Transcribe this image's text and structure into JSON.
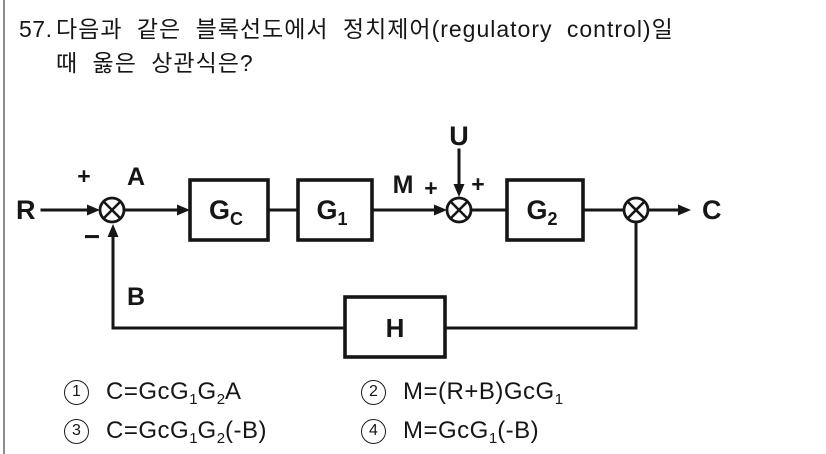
{
  "question": {
    "number": "57.",
    "line1": "다음과 같은 블록선도에서 정치제어(regulatory control)일",
    "line2": "때 옳은 상관식은?"
  },
  "diagram": {
    "labels": {
      "input": "R",
      "node_a": "A",
      "feedback_signal": "B",
      "manipulated": "M",
      "disturbance": "U",
      "output": "C"
    },
    "signs": {
      "sum1_plus": "+",
      "sum1_minus": "−",
      "sum2_plus_left": "+",
      "sum2_plus_right": "+"
    },
    "blocks": {
      "controller_main": "G",
      "controller_sub": "C",
      "process1_main": "G",
      "process1_sub": "1",
      "process2_main": "G",
      "process2_sub": "2",
      "feedback_label": "H"
    }
  },
  "options": [
    {
      "num": "1",
      "parts": [
        "C=GcG",
        "1",
        "G",
        "2",
        "A"
      ]
    },
    {
      "num": "2",
      "parts": [
        "M=(R+B)GcG",
        "1"
      ]
    },
    {
      "num": "3",
      "parts": [
        "C=GcG",
        "1",
        "G",
        "2",
        "(-B)"
      ]
    },
    {
      "num": "4",
      "parts": [
        "M=GcG",
        "1",
        "(-B)"
      ]
    }
  ]
}
